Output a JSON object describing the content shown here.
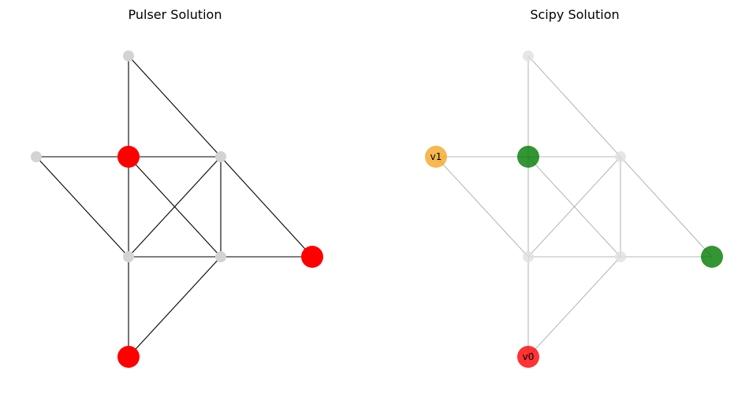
{
  "figure": {
    "panels": [
      {
        "id": "pulser",
        "title": "Pulser Solution",
        "edge_color": "#000000",
        "node_alpha": 1.0,
        "nodes": [
          {
            "id": "top-right",
            "color": "#d3d3d3",
            "size": "small",
            "label": ""
          },
          {
            "id": "mid-left",
            "color": "#d3d3d3",
            "size": "small",
            "label": ""
          },
          {
            "id": "mid-center",
            "color": "#ff0000",
            "size": "large",
            "label": ""
          },
          {
            "id": "mid-right",
            "color": "#d3d3d3",
            "size": "small",
            "label": ""
          },
          {
            "id": "low-center",
            "color": "#d3d3d3",
            "size": "small",
            "label": ""
          },
          {
            "id": "low-right",
            "color": "#d3d3d3",
            "size": "small",
            "label": ""
          },
          {
            "id": "far-right",
            "color": "#ff0000",
            "size": "large",
            "label": ""
          },
          {
            "id": "bottom",
            "color": "#ff0000",
            "size": "large",
            "label": ""
          }
        ]
      },
      {
        "id": "scipy",
        "title": "Scipy Solution",
        "edge_color": "#a0a0a0",
        "node_alpha": 0.8,
        "nodes": [
          {
            "id": "top-right",
            "color": "#e0e0e0",
            "size": "small",
            "label": ""
          },
          {
            "id": "mid-left",
            "color": "#f5a623",
            "size": "large",
            "label": "v1"
          },
          {
            "id": "mid-center",
            "color": "#007a00",
            "size": "large",
            "label": ""
          },
          {
            "id": "mid-right",
            "color": "#e0e0e0",
            "size": "small",
            "label": ""
          },
          {
            "id": "low-center",
            "color": "#e0e0e0",
            "size": "small",
            "label": ""
          },
          {
            "id": "low-right",
            "color": "#e0e0e0",
            "size": "small",
            "label": ""
          },
          {
            "id": "far-right",
            "color": "#007a00",
            "size": "large",
            "label": ""
          },
          {
            "id": "bottom",
            "color": "#ff0000",
            "size": "large",
            "label": "v0"
          }
        ]
      }
    ],
    "edges": [
      [
        "top-right",
        "mid-center"
      ],
      [
        "top-right",
        "mid-right"
      ],
      [
        "mid-left",
        "mid-center"
      ],
      [
        "mid-left",
        "low-center"
      ],
      [
        "mid-center",
        "mid-right"
      ],
      [
        "mid-center",
        "low-center"
      ],
      [
        "mid-center",
        "low-right"
      ],
      [
        "mid-right",
        "low-center"
      ],
      [
        "mid-right",
        "low-right"
      ],
      [
        "mid-right",
        "far-right"
      ],
      [
        "low-center",
        "low-right"
      ],
      [
        "low-center",
        "bottom"
      ],
      [
        "low-right",
        "far-right"
      ],
      [
        "low-right",
        "bottom"
      ]
    ]
  }
}
